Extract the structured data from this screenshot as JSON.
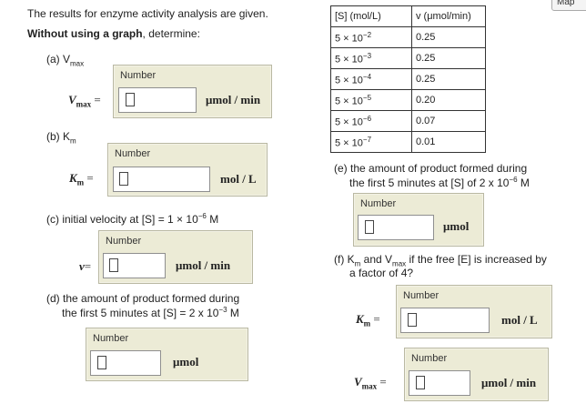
{
  "intro": {
    "line1": "The results for enzyme activity analysis are given.",
    "line2_bold": "Without using a graph",
    "line2_rest": ", determine:"
  },
  "parts": {
    "a": {
      "label_prefix": "(a) V",
      "label_sub": "max"
    },
    "b": {
      "label_prefix": "(b) K",
      "label_sub": "m"
    },
    "c": {
      "label": "(c) initial velocity at [S] = 1 × 10",
      "exp": "−6",
      "unit_suffix": " M"
    },
    "d": {
      "line1": "(d) the amount of product formed during",
      "line2": "the first 5 minutes at [S] = 2 x 10",
      "exp": "−3",
      "unit_suffix": " M"
    },
    "e": {
      "line1": "(e) the amount of product formed during",
      "line2": "the first 5 minutes at [S] of 2 x 10",
      "exp": "−6",
      "unit_suffix": " M"
    },
    "f": {
      "line1_a": "(f) K",
      "line1_sub1": "m",
      "line1_b": " and V",
      "line1_sub2": "max",
      "line1_c": " if the free [E] is increased by",
      "line2": "a factor of 4?"
    }
  },
  "answer_boxes": {
    "label": "Number",
    "vmax_var": "V",
    "vmax_sub": "max",
    "vmax_unit": "μmol / min",
    "km_var": "K",
    "km_sub": "m",
    "km_unit": "mol / L",
    "v_var": "v",
    "v_unit": "μmol / min",
    "d_unit": "μmol",
    "e_unit": "μmol",
    "f_km_var": "K",
    "f_km_sub": "m",
    "f_km_unit": "mol / L",
    "f_vmax_var": "V",
    "f_vmax_sub": "max",
    "f_vmax_unit": "μmol / min",
    "equals": "="
  },
  "table": {
    "headers": [
      "[S] (mol/L)",
      "v (μmol/min)"
    ],
    "rows": [
      {
        "s_base": "5 × 10",
        "s_exp": "−2",
        "v": "0.25"
      },
      {
        "s_base": "5 × 10",
        "s_exp": "−3",
        "v": "0.25"
      },
      {
        "s_base": "5 × 10",
        "s_exp": "−4",
        "v": "0.25"
      },
      {
        "s_base": "5 × 10",
        "s_exp": "−5",
        "v": "0.20"
      },
      {
        "s_base": "5 × 10",
        "s_exp": "−6",
        "v": "0.07"
      },
      {
        "s_base": "5 × 10",
        "s_exp": "−7",
        "v": "0.01"
      }
    ]
  },
  "map_button": {
    "label": "Map"
  }
}
